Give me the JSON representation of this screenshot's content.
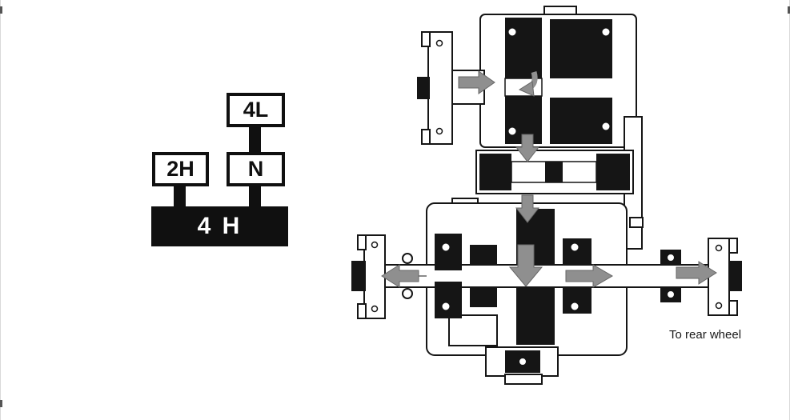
{
  "shift_pattern": {
    "fourL": "4L",
    "twoH": "2H",
    "neutral": "N",
    "fourH": "4 H"
  },
  "transfer_case": {
    "annotation": "To rear wheel",
    "arrows": [
      "input-power-arrow",
      "top-transfer-arrow",
      "gear-down-arrow-upper",
      "gear-down-arrow-lower",
      "main-down-arrow",
      "front-output-left-arrow",
      "rear-output-right-arrow",
      "to-rear-wheel-arrow"
    ]
  },
  "colors": {
    "ink": "#101010",
    "arrow_gray": "#8f8f8f",
    "background": "#ffffff"
  }
}
